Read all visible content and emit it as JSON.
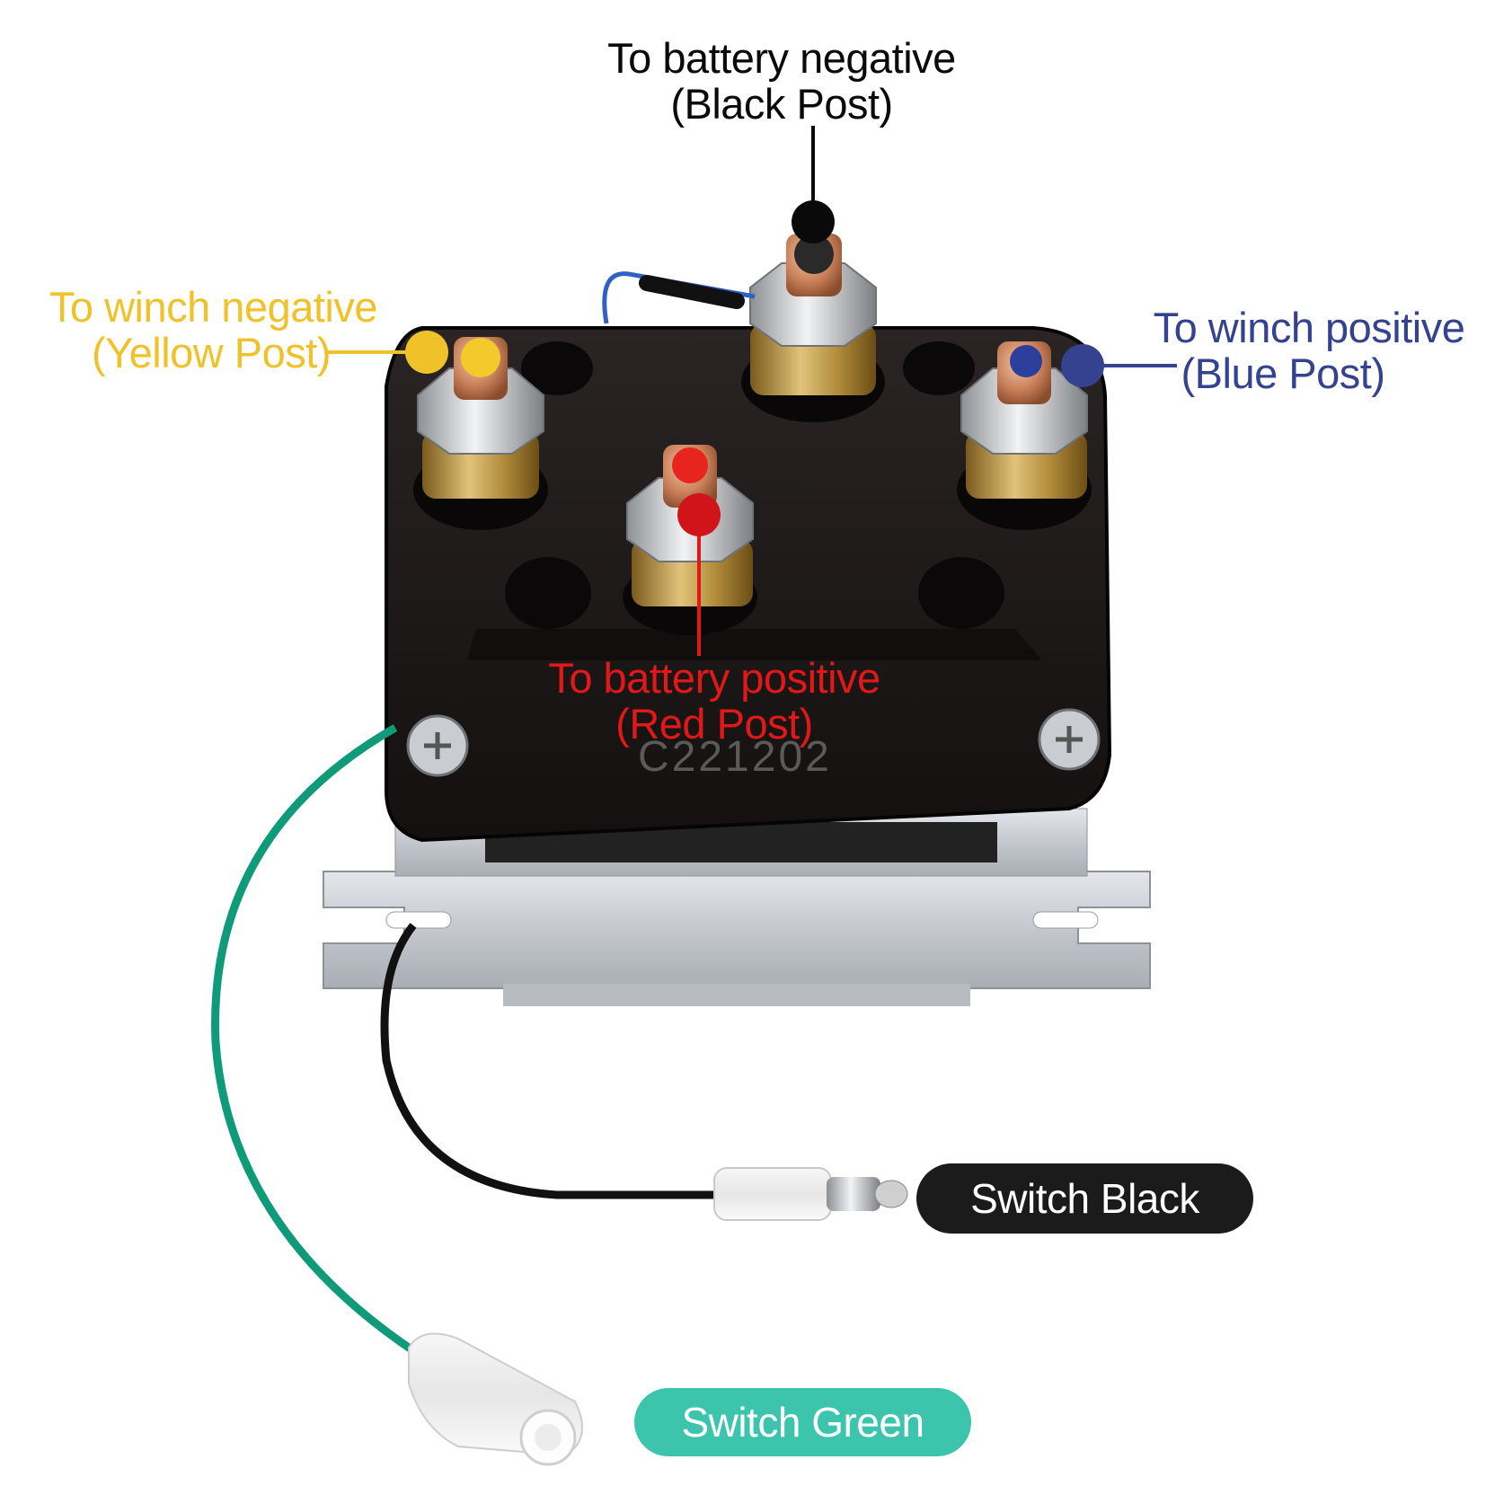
{
  "labels": {
    "battery_negative": {
      "line1": "To battery negative",
      "line2": "(Black Post)",
      "color": "#0a0a0a"
    },
    "winch_negative": {
      "line1": "To winch negative",
      "line2": "(Yellow Post)",
      "color": "#f0c22a"
    },
    "winch_positive": {
      "line1": "To winch positive",
      "line2": "(Blue Post)",
      "color": "#34428f"
    },
    "battery_positive": {
      "line1": "To battery positive",
      "line2": "(Red Post)",
      "color": "#e01818"
    }
  },
  "switch_black": {
    "label": "Switch Black",
    "color": "#1b1b1b"
  },
  "switch_green": {
    "label": "Switch Green",
    "color": "#3cc4ad"
  },
  "device": {
    "case_code": "C221202",
    "case_color": "#1c1818",
    "plate_color": "#c9ccd2"
  },
  "icons": [
    "terminal-post-icon",
    "screw-icon",
    "bullet-connector-icon"
  ]
}
